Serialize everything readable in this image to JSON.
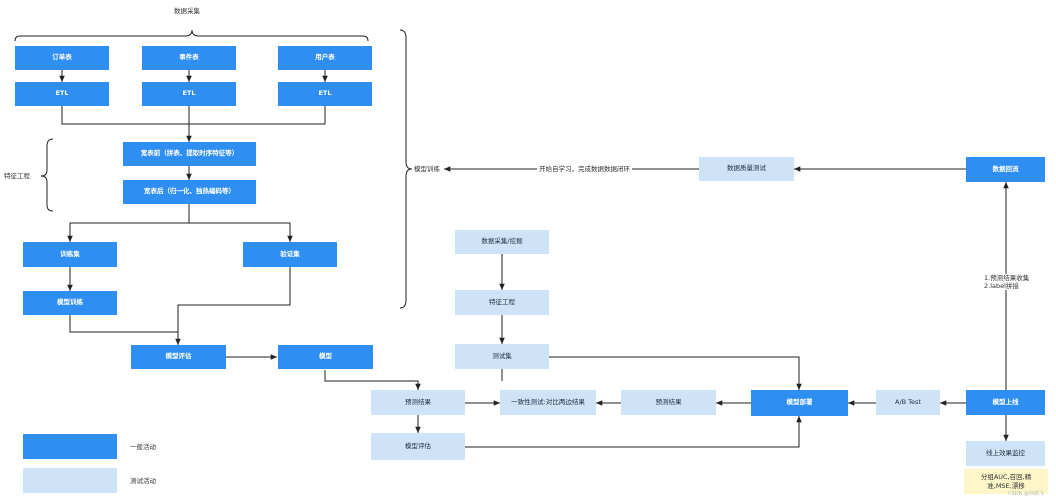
{
  "labels": {
    "collect_title": "数据采集",
    "feature_eng_group": "特征工程",
    "model_train_group": "模型训练",
    "edge_self_learn": "开始自学习，完成数据数据闭环",
    "edge_label_1": "1.预测结果收集",
    "edge_label_2": "2.label拼接",
    "legend_dark": "一般活动",
    "legend_light": "测试活动"
  },
  "nodes": {
    "order_table": "订单表",
    "event_table": "事件表",
    "user_table": "用户表",
    "etl_1": "ETL",
    "etl_2": "ETL",
    "etl_3": "ETL",
    "wide_before": "宽表前（拼表、提取时序特征等）",
    "wide_after": "宽表后（归一化、独热编码等）",
    "train_set": "训练集",
    "valid_set": "验证集",
    "model_train": "模型训练",
    "model_eval": "模型评估",
    "model": "模型",
    "data_quality_test": "数据质量测试",
    "data_backflow": "数据回流",
    "data_collect_mine": "数据采集/挖掘",
    "feature_eng": "特征工程",
    "test_set": "测试集",
    "pred_result_1": "预测结果",
    "consistency_test": "一致性测试:对比两边结果",
    "pred_result_2": "预测结果",
    "model_deploy": "模型部署",
    "ab_test": "A/B Test",
    "model_online": "模型上线",
    "model_eval_2": "模型评估",
    "online_monitor": "线上效果监控"
  },
  "note": {
    "line1": "分组AUC,召回,精",
    "line2": "准,MSE,漂移"
  },
  "watermark": "CSDN @孙高飞",
  "colors": {
    "general": "#2e8ef2",
    "test": "#cfe3f8",
    "note": "#fdf6c8",
    "line": "#222222"
  }
}
